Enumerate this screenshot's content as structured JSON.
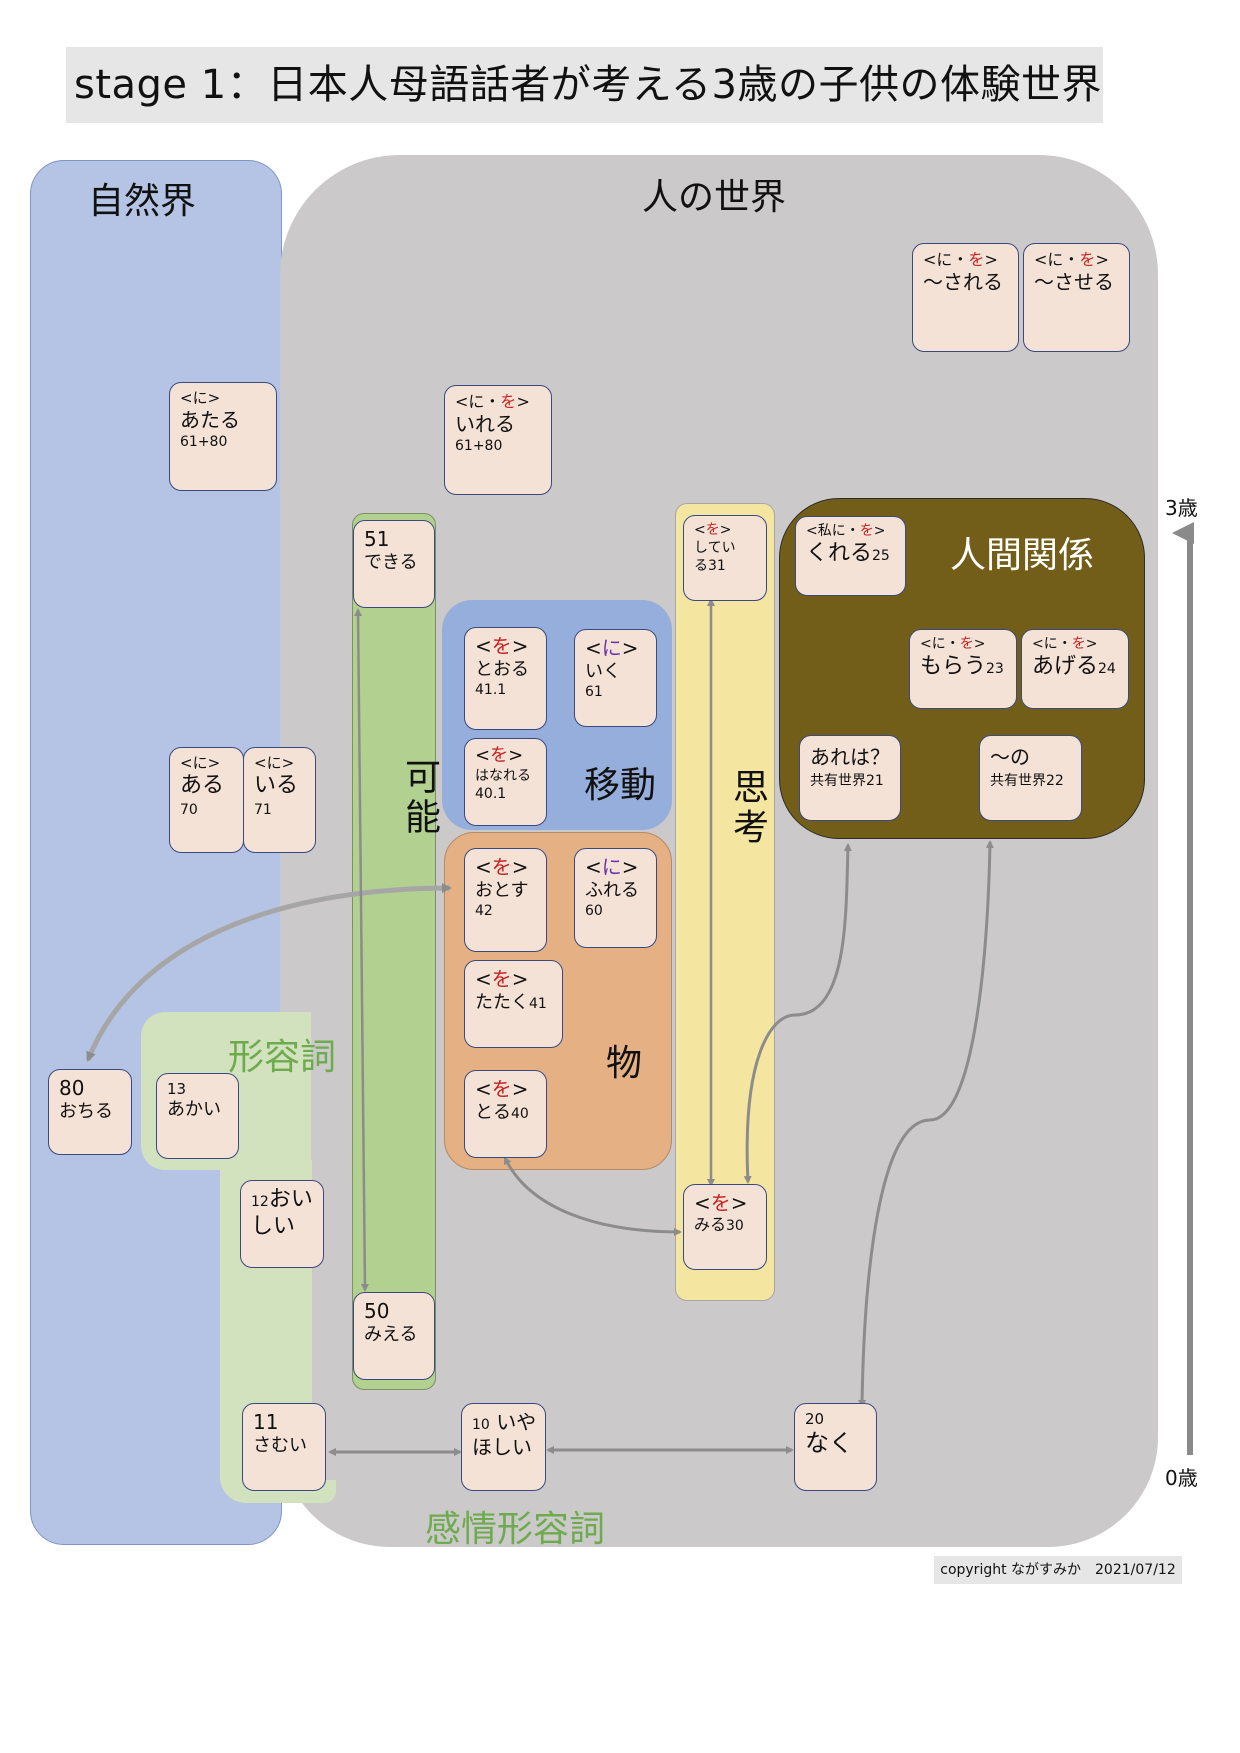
{
  "title": "stage 1：日本人母語話者が考える3歳の子供の体験世界",
  "regions": {
    "shizenkai": "自然界",
    "hito_no_sekai": "人の世界",
    "keiyoushi": "形容詞",
    "kanjou_keiyoushi": "感情形容詞",
    "kanou": "可能",
    "idou": "移動",
    "mono": "物",
    "shikou": "思考",
    "ningen_kankei": "人間関係"
  },
  "cards": {
    "sareru": {
      "l1a": "<に・",
      "l1b": "を",
      "l1c": ">",
      "l2": "〜される"
    },
    "saseru": {
      "l1a": "<に・",
      "l1b": "を",
      "l1c": ">",
      "l2": "〜させる"
    },
    "ataru": {
      "l1": "<に>",
      "l2": "あたる",
      "l3": "61+80"
    },
    "ireru": {
      "l1a": "<に・",
      "l1b": "を",
      "l1c": ">",
      "l2": "いれる",
      "l3": "61+80"
    },
    "dekiru": {
      "l1": "51",
      "l2": "できる"
    },
    "mieru": {
      "l1": "50",
      "l2": "みえる"
    },
    "toru_pass": {
      "l1a": "<",
      "l1b": "を",
      "l1c": ">",
      "l2": "とおる",
      "l3": "41.1"
    },
    "iku": {
      "l1a": "<",
      "l1b": "に",
      "l1c": ">",
      "l2": "いく",
      "l3": "61"
    },
    "hanareru": {
      "l1a": "<",
      "l1b": "を",
      "l1c": ">",
      "l2": "はなれる",
      "l3": "40.1"
    },
    "otosu": {
      "l1a": "<",
      "l1b": "を",
      "l1c": ">",
      "l2": "おとす",
      "l3": "42"
    },
    "fureru": {
      "l1a": "<",
      "l1b": "に",
      "l1c": ">",
      "l2": "ふれる",
      "l3": "60"
    },
    "tataku": {
      "l1a": "<",
      "l1b": "を",
      "l1c": ">",
      "l2a": "たたく",
      "l2b": "41"
    },
    "toru_take": {
      "l1a": "<",
      "l1b": "を",
      "l1c": ">",
      "l2a": "とる",
      "l2b": "40"
    },
    "shiteiru": {
      "l1a": "<",
      "l1b": "を",
      "l1c": ">",
      "l2": "してい",
      "l3": "る31"
    },
    "miru": {
      "l1a": "<",
      "l1b": "を",
      "l1c": ">",
      "l2a": "みる",
      "l2b": "30"
    },
    "aru": {
      "l1": "<に>",
      "l2": "ある",
      "l3": "70"
    },
    "iru": {
      "l1": "<に>",
      "l2": "いる",
      "l3": "71"
    },
    "ochiru": {
      "l1": "80",
      "l2": "おちる"
    },
    "akai": {
      "l1": "13",
      "l2": "あかい"
    },
    "oishii": {
      "l1a": "12",
      "l1b": "おい",
      "l2": "しい"
    },
    "samui": {
      "l1": "11",
      "l2": "さむい"
    },
    "iya": {
      "l1a": "10",
      "l1b": "いや",
      "l2": "ほしい"
    },
    "naku": {
      "l1": "20",
      "l2": "なく"
    },
    "kureru": {
      "l1a": "<私に・",
      "l1b": "を",
      "l1c": ">",
      "l2a": "くれる",
      "l2b": "25"
    },
    "morau": {
      "l1a": "<に・",
      "l1b": "を",
      "l1c": ">",
      "l2a": "もらう",
      "l2b": "23"
    },
    "ageru": {
      "l1a": "<に・",
      "l1b": "を",
      "l1c": ">",
      "l2a": "あげる",
      "l2b": "24"
    },
    "arewa": {
      "l1": "あれは？",
      "l2": "共有世界21"
    },
    "no": {
      "l1": "〜の",
      "l2": "共有世界22"
    }
  },
  "axis": {
    "top": "3歳",
    "bottom": "0歳"
  },
  "copyright": "copyright ながすみか　2021/07/12",
  "colors": {
    "card_fill": "#f4e2d6",
    "card_border": "#3a4a7f",
    "particle_wo": "#c42323",
    "particle_ni": "#6a33a8",
    "keiyoushi_label": "#6eab4e",
    "connector": "#8c8c8c"
  }
}
